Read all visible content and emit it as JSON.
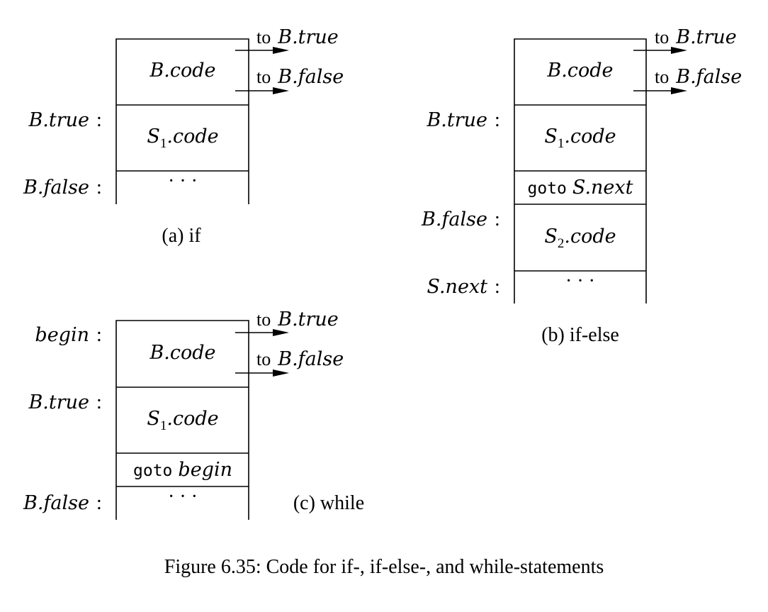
{
  "diagram_a": {
    "boxes": {
      "b_code": "B.code",
      "s1_code_var": "S",
      "s1_code_sub": "1",
      "s1_code_field": ".code",
      "ellipsis": "· · ·"
    },
    "row_labels": {
      "b_true": "B.true",
      "b_false": "B.false",
      "colon": ":"
    },
    "arrows": {
      "to_word": "to",
      "to_true": "B.true",
      "to_false": "B.false"
    },
    "caption": "(a) if"
  },
  "diagram_b": {
    "boxes": {
      "b_code": "B.code",
      "s1_code_var": "S",
      "s1_code_sub": "1",
      "s1_code_field": ".code",
      "goto_kw": "goto",
      "goto_target": "S.next",
      "s2_code_var": "S",
      "s2_code_sub": "2",
      "s2_code_field": ".code",
      "ellipsis": "· · ·"
    },
    "row_labels": {
      "b_true": "B.true",
      "b_false": "B.false",
      "s_next": "S.next",
      "colon": ":"
    },
    "arrows": {
      "to_word": "to",
      "to_true": "B.true",
      "to_false": "B.false"
    },
    "caption": "(b) if-else"
  },
  "diagram_c": {
    "boxes": {
      "b_code": "B.code",
      "s1_code_var": "S",
      "s1_code_sub": "1",
      "s1_code_field": ".code",
      "goto_kw": "goto",
      "goto_target": "begin",
      "ellipsis": "· · ·"
    },
    "row_labels": {
      "begin": "begin",
      "b_true": "B.true",
      "b_false": "B.false",
      "colon": ":"
    },
    "arrows": {
      "to_word": "to",
      "to_true": "B.true",
      "to_false": "B.false"
    },
    "caption": "(c) while"
  },
  "figure_caption": "Figure 6.35: Code for if-, if-else-, and while-statements"
}
